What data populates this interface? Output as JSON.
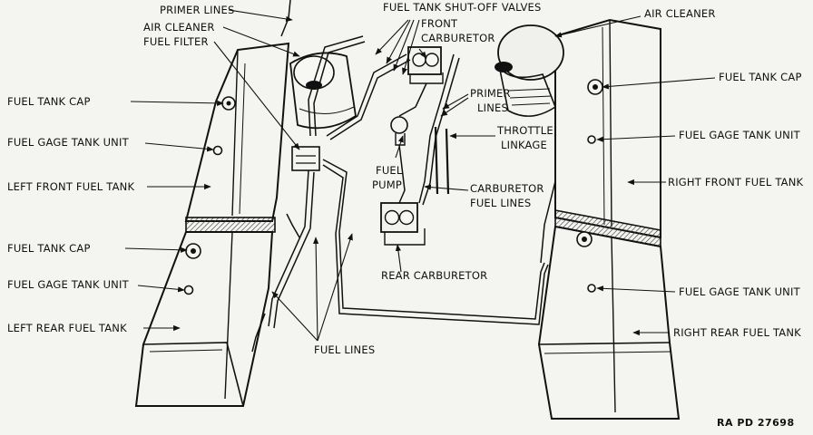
{
  "labels": {
    "primer_lines_top": "PRIMER LINES",
    "air_cleaner_left": "AIR CLEANER",
    "fuel_filter": "FUEL FILTER",
    "shutoff_valves": "FUEL TANK SHUT-OFF VALVES",
    "front_carb_1": "FRONT",
    "front_carb_2": "CARBURETOR",
    "air_cleaner_right": "AIR CLEANER",
    "fuel_tank_cap_left_front": "FUEL TANK CAP",
    "fuel_gage_left_front": "FUEL GAGE TANK UNIT",
    "left_front_tank": "LEFT FRONT FUEL TANK",
    "fuel_tank_cap_left_rear": "FUEL TANK CAP",
    "fuel_gage_left_rear": "FUEL GAGE TANK UNIT",
    "left_rear_tank": "LEFT REAR FUEL TANK",
    "primer_lines_mid_1": "PRIMER",
    "primer_lines_mid_2": "LINES",
    "throttle_1": "THROTTLE",
    "throttle_2": "LINKAGE",
    "fuel_pump_1": "FUEL",
    "fuel_pump_2": "PUMP",
    "carb_lines_1": "CARBURETOR",
    "carb_lines_2": "FUEL LINES",
    "rear_carb": "REAR CARBURETOR",
    "fuel_lines": "FUEL LINES",
    "fuel_tank_cap_right": "FUEL TANK CAP",
    "fuel_gage_right_front": "FUEL GAGE TANK UNIT",
    "right_front_tank": "RIGHT FRONT FUEL TANK",
    "fuel_gage_right_rear": "FUEL GAGE TANK UNIT",
    "right_rear_tank": "RIGHT REAR FUEL TANK",
    "figure_id": "RA PD 27698"
  }
}
